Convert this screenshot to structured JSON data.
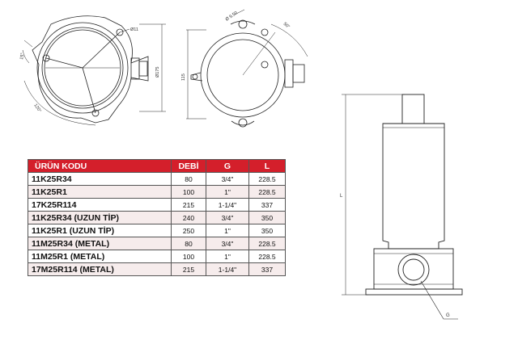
{
  "spec_table": {
    "headers": {
      "code": "ÜRÜN KODU",
      "flow": "DEBİ",
      "g": "G",
      "l": "L"
    },
    "rows": [
      {
        "code": "11K25R34",
        "flow": "80",
        "g": "3/4\"",
        "l": "228.5"
      },
      {
        "code": "11K25R1",
        "flow": "100",
        "g": "1\"",
        "l": "228.5"
      },
      {
        "code": "17K25R114",
        "flow": "215",
        "g": "1-1/4\"",
        "l": "337"
      },
      {
        "code": "11K25R34  (UZUN TİP)",
        "flow": "240",
        "g": "3/4\"",
        "l": "350"
      },
      {
        "code": "11K25R1  (UZUN TİP)",
        "flow": "250",
        "g": "1\"",
        "l": "350"
      },
      {
        "code": "11M25R34  (METAL)",
        "flow": "80",
        "g": "3/4\"",
        "l": "228.5"
      },
      {
        "code": "11M25R1 (METAL)",
        "flow": "100",
        "g": "1\"",
        "l": "228.5"
      },
      {
        "code": "17M25R114 (METAL)",
        "flow": "215",
        "g": "1-1/4\"",
        "l": "337"
      }
    ]
  },
  "dimensions": {
    "top_view": {
      "hole": "Ø11",
      "diameter": "Ø175",
      "angle_small": "15°",
      "angle_large": "120°"
    },
    "back_view": {
      "hole": "Ø 9.50",
      "angle": "50°",
      "height": "115"
    },
    "side_view": {
      "length": "L",
      "thread": "G"
    }
  }
}
